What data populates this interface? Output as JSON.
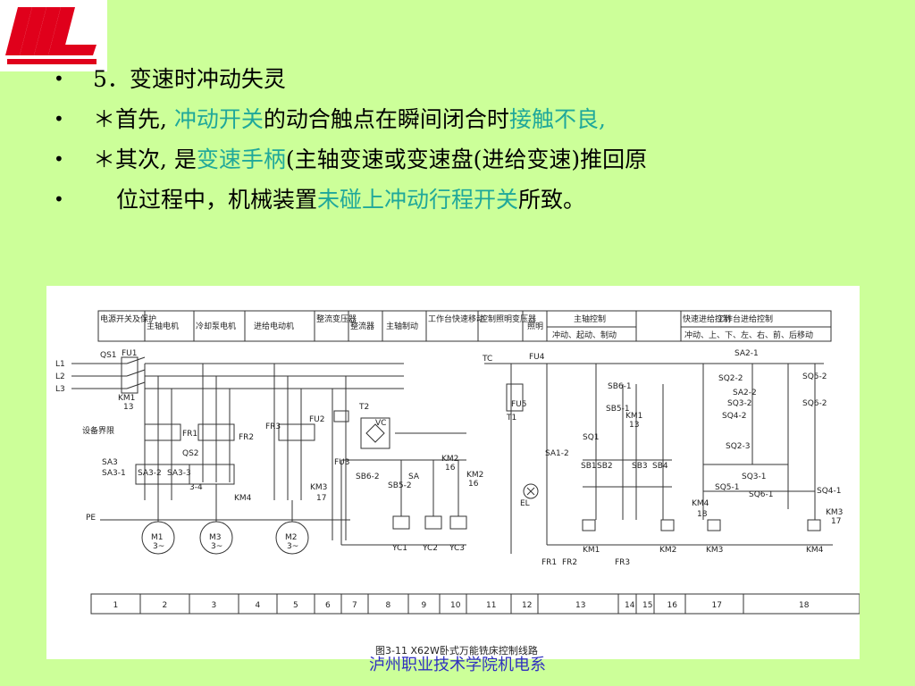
{
  "slide": {
    "bullets": [
      {
        "marker": "•",
        "parts": [
          {
            "text": "5．变速时冲动失灵",
            "hl": false
          }
        ]
      },
      {
        "marker": "•",
        "parts": [
          {
            "text": "＊首先, ",
            "hl": false
          },
          {
            "text": "冲动开关",
            "hl": true
          },
          {
            "text": "的动合触点在瞬间闭合时",
            "hl": false
          },
          {
            "text": "接触不良,",
            "hl": true
          }
        ]
      },
      {
        "marker": "•",
        "parts": [
          {
            "text": "＊其次, 是",
            "hl": false
          },
          {
            "text": "变速手柄",
            "hl": true
          },
          {
            "text": "(主轴变速或变速盘(进给变速)推回原",
            "hl": false
          }
        ]
      },
      {
        "marker": "•",
        "parts": [
          {
            "text": "位过程中，机械装置",
            "hl": false
          },
          {
            "text": "未碰上冲动行程开关",
            "hl": true
          },
          {
            "text": "所致。",
            "hl": false
          }
        ]
      }
    ],
    "footer": "泸州职业技术学院机电系",
    "colors": {
      "background": "#ccff99",
      "highlight": "#1fa89a",
      "logo": "#e0001b",
      "footer": "#3030c0"
    }
  },
  "figure": {
    "header_cells": [
      "电源开关及保护",
      "主轴电机",
      "冷却泵电机",
      "进给电动机",
      "整流变压器",
      "整流器",
      "主轴制动",
      "工作台快速移动",
      "控制照明变压器",
      "照明",
      "主轴控制",
      "快速进给控制",
      "工作台进给控制"
    ],
    "header_sub": [
      "冲动、起动、制动",
      "冲动、上、下、左、右、前、后移动"
    ],
    "bottom_numbers": [
      "1",
      "2",
      "3",
      "4",
      "5",
      "6",
      "7",
      "8",
      "9",
      "10",
      "11",
      "12",
      "13",
      "14",
      "15",
      "16",
      "17",
      "18"
    ],
    "caption": "图3-11  X62W卧式万能铣床控制线路",
    "labels": {
      "l1": "L1",
      "l2": "L2",
      "l3": "L3",
      "qs1": "QS1",
      "fu1": "FU1",
      "km1": "KM1",
      "km1_13": "13",
      "fr1": "FR1",
      "fr2": "FR2",
      "fr3": "FR3",
      "qs2": "QS2",
      "sa3": "SA3",
      "sa3_1": "SA3-1",
      "sa3_2": "SA3-2",
      "sa3_3": "SA3-3",
      "sa3_4": "3-4",
      "km4": "KM4",
      "km3": "KM3",
      "km3_17": "17",
      "pe": "PE",
      "m1": "M1",
      "m2": "M2",
      "m3": "M3",
      "motor_sub": "3~",
      "device": "设备界限",
      "fu2": "FU2",
      "t2": "T2",
      "vc": "VC",
      "fu3": "FU3",
      "sb6_2": "SB6-2",
      "sb5": "SB5-2",
      "sa": "SA",
      "km2": "KM2",
      "km2_16": "16",
      "yc1": "YC1",
      "yc2": "YC2",
      "yc3": "YC3",
      "tc": "TC",
      "fu4": "FU4",
      "fu5": "FU5",
      "t1": "T1",
      "sa1": "SA1-2",
      "el": "EL",
      "sb6_1": "SB6-1",
      "sb5_1": "SB5-1",
      "sq1": "SQ1",
      "sb1": "SB1",
      "sb2": "SB2",
      "sb3": "SB3",
      "sb4": "SB4",
      "sa2_1": "SA2-1",
      "sq2_2": "SQ2-2",
      "sq5_2": "SQ5-2",
      "sa2_2": "SA2-2",
      "sq3_2": "SQ3-2",
      "sq6_2": "SQ6-2",
      "sq4_2": "SQ4-2",
      "sq2_3": "SQ2-3",
      "sq3_1": "SQ3-1",
      "sq5_1": "SQ5-1",
      "sq6_1": "SQ6-1",
      "sq4_1": "SQ4-1",
      "km4_18": "18",
      "km3_17b": "17"
    }
  }
}
